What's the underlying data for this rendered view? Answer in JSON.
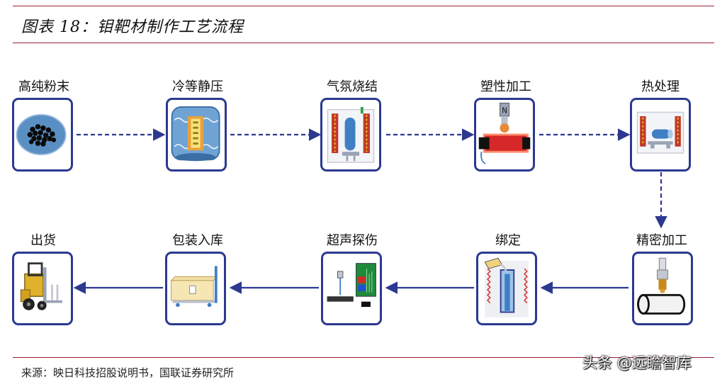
{
  "title": "图表 18：钼靶材制作工艺流程",
  "steps": [
    {
      "label": "高纯粉末",
      "icon": "powder-icon"
    },
    {
      "label": "冷等静压",
      "icon": "isostatic-press-icon"
    },
    {
      "label": "气氛烧结",
      "icon": "sintering-furnace-icon"
    },
    {
      "label": "塑性加工",
      "icon": "forging-icon"
    },
    {
      "label": "热处理",
      "icon": "heat-treatment-icon"
    },
    {
      "label": "精密加工",
      "icon": "machining-icon"
    },
    {
      "label": "绑定",
      "icon": "bonding-icon"
    },
    {
      "label": "超声探伤",
      "icon": "ultrasonic-test-icon"
    },
    {
      "label": "包装入库",
      "icon": "packaging-icon"
    },
    {
      "label": "出货",
      "icon": "forklift-icon"
    }
  ],
  "source_note": "来源：映日科技招股说明书，国联证券研究所",
  "watermark": "头条 @远瞻智库",
  "colors": {
    "accent": "#9b1c2e",
    "box_border": "#2b3990",
    "arrow": "#2b3990"
  }
}
